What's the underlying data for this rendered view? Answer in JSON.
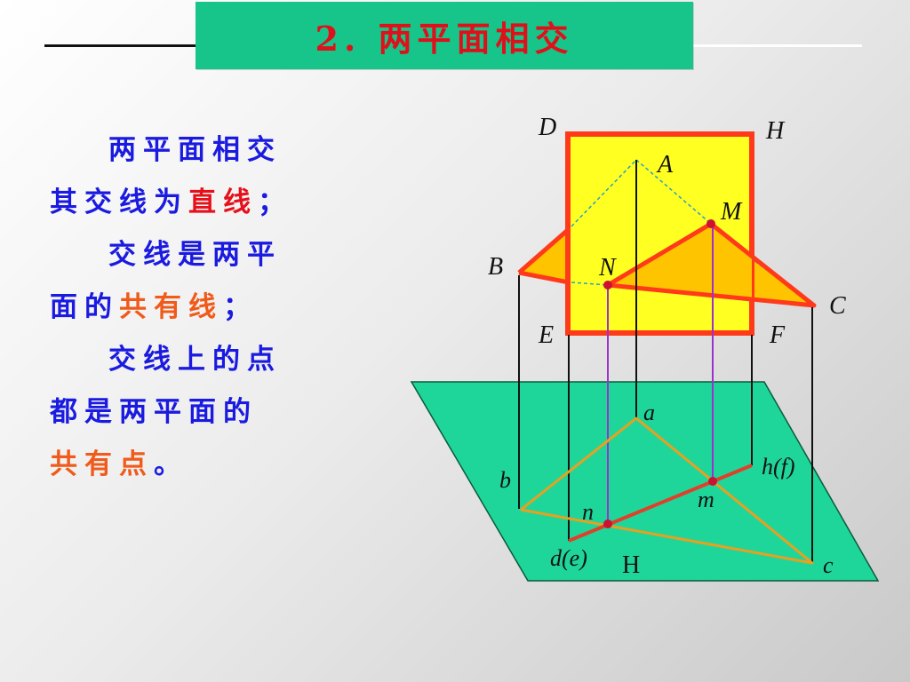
{
  "header": {
    "title": "2. 两平面相交"
  },
  "body_text": {
    "line1": "两平面相交",
    "line2_prefix": "其交线为",
    "line2_highlight": "直线",
    "line2_suffix": "；",
    "line3": "交线是两平",
    "line4_prefix": "面的",
    "line4_highlight": "共有线",
    "line4_suffix": "；",
    "line5": "交线上的点",
    "line6": "都是两平面的",
    "line7_highlight": "共有点",
    "line7_suffix": "。"
  },
  "diagram": {
    "labels": {
      "D": "D",
      "H_top": "H",
      "A": "A",
      "M": "M",
      "B": "B",
      "N": "N",
      "C": "C",
      "E": "E",
      "F": "F",
      "a": "a",
      "b": "b",
      "n": "n",
      "m": "m",
      "hf": "h(f)",
      "de": "d(e)",
      "c": "c",
      "H_plane": "H"
    },
    "colors": {
      "rectangle_fill": "#ffff22",
      "rectangle_border": "#ff3a1a",
      "triangle_fill": "#ffc400",
      "plane_fill": "#1fd69a",
      "projection_line": "#e8a020",
      "intersection_line": "#e0402a",
      "vertical_projector": "#9933cc",
      "point": "#cc1133"
    }
  }
}
